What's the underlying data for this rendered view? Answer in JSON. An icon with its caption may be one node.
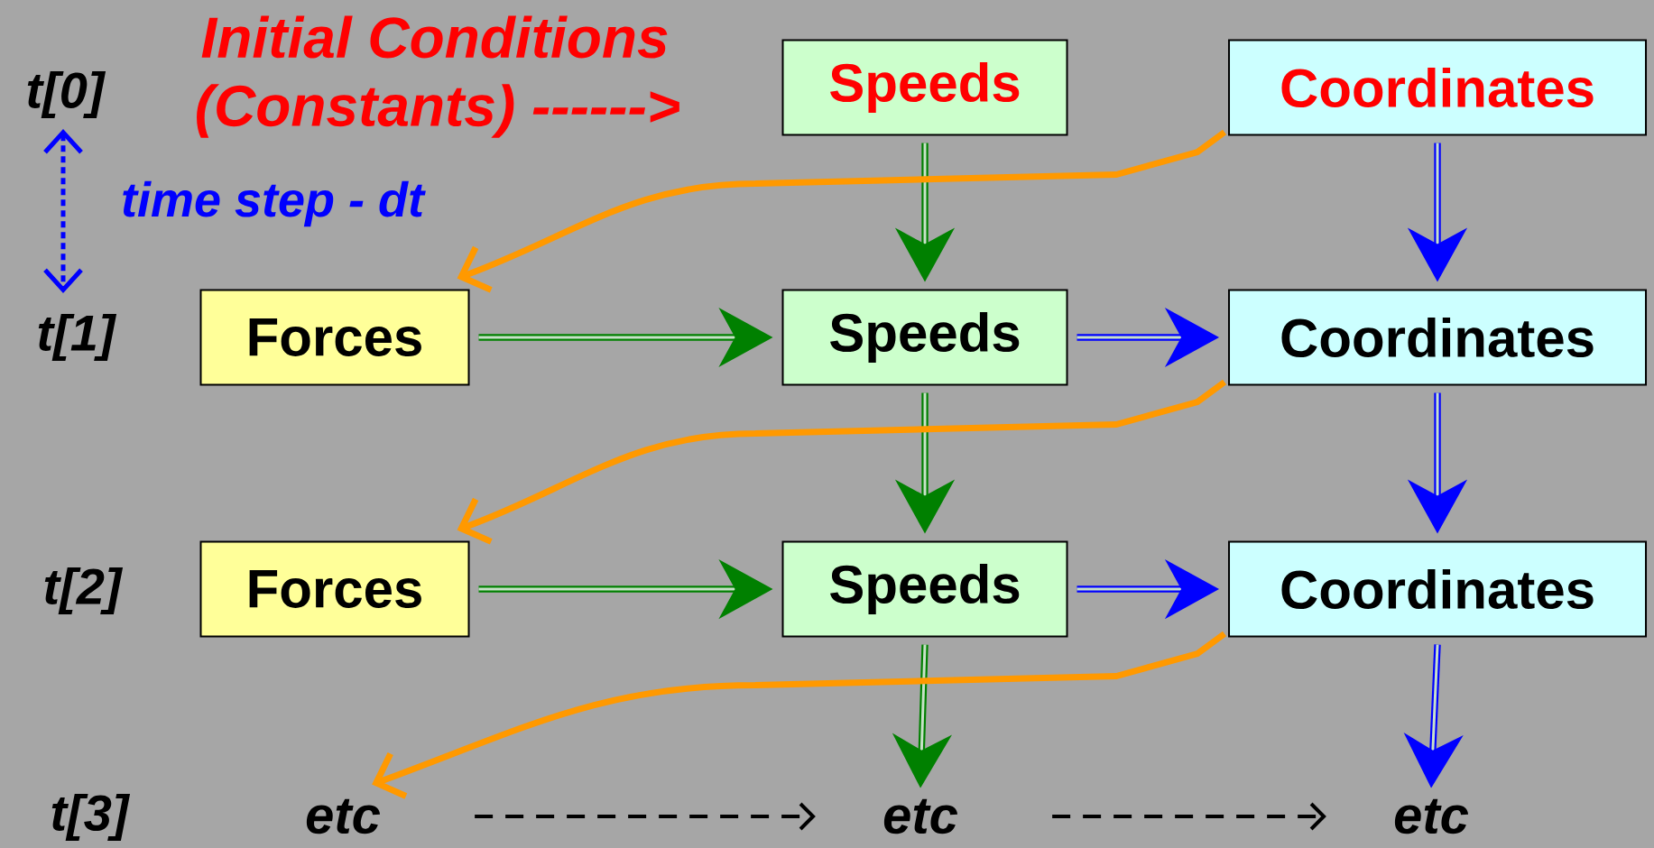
{
  "diagram": {
    "nodes": [
      {
        "text": [
          "Speeds"
        ]
      },
      {
        "text": [
          "Coordinates"
        ]
      },
      {
        "text": [
          "Forces"
        ]
      },
      {
        "text": [
          "Speeds"
        ]
      },
      {
        "text": [
          "Coordinates"
        ]
      },
      {
        "text": [
          "Forces"
        ]
      },
      {
        "text": [
          "Speeds"
        ]
      },
      {
        "text": [
          "Coordinates"
        ]
      },
      {
        "text": [
          "etc"
        ]
      },
      {
        "text": [
          "etc"
        ]
      },
      {
        "text": [
          "etc"
        ]
      }
    ],
    "edges": [
      {
        "from": 0,
        "to": 3,
        "arrow": "to",
        "color": "#008000"
      },
      {
        "from": 1,
        "to": 4,
        "arrow": "to",
        "color": "#0000ff"
      },
      {
        "from": 1,
        "to": 2,
        "arrow": "to",
        "color": "#ff9900"
      },
      {
        "from": 2,
        "to": 3,
        "arrow": "to",
        "color": "#008000"
      },
      {
        "from": 3,
        "to": 4,
        "arrow": "to",
        "color": "#0000ff"
      },
      {
        "from": 3,
        "to": 6,
        "arrow": "to",
        "color": "#008000"
      },
      {
        "from": 4,
        "to": 7,
        "arrow": "to",
        "color": "#0000ff"
      },
      {
        "from": 4,
        "to": 5,
        "arrow": "to",
        "color": "#ff9900"
      },
      {
        "from": 5,
        "to": 6,
        "arrow": "to",
        "color": "#008000"
      },
      {
        "from": 6,
        "to": 7,
        "arrow": "to",
        "color": "#0000ff"
      },
      {
        "from": 6,
        "to": 9,
        "arrow": "to",
        "color": "#008000"
      },
      {
        "from": 7,
        "to": 10,
        "arrow": "to",
        "color": "#0000ff"
      },
      {
        "from": 7,
        "to": 8,
        "arrow": "to",
        "color": "#ff9900"
      },
      {
        "from": 8,
        "to": 9,
        "arrow": "to",
        "style": "dashed",
        "color": "#000000"
      },
      {
        "from": 9,
        "to": 10,
        "arrow": "to",
        "style": "dashed",
        "color": "#000000"
      }
    ],
    "labels": [
      "Initial Conditions",
      "(Constants) ------>",
      "t[0]",
      "time step - dt",
      "t[1]",
      "t[2]",
      "t[3]"
    ]
  }
}
